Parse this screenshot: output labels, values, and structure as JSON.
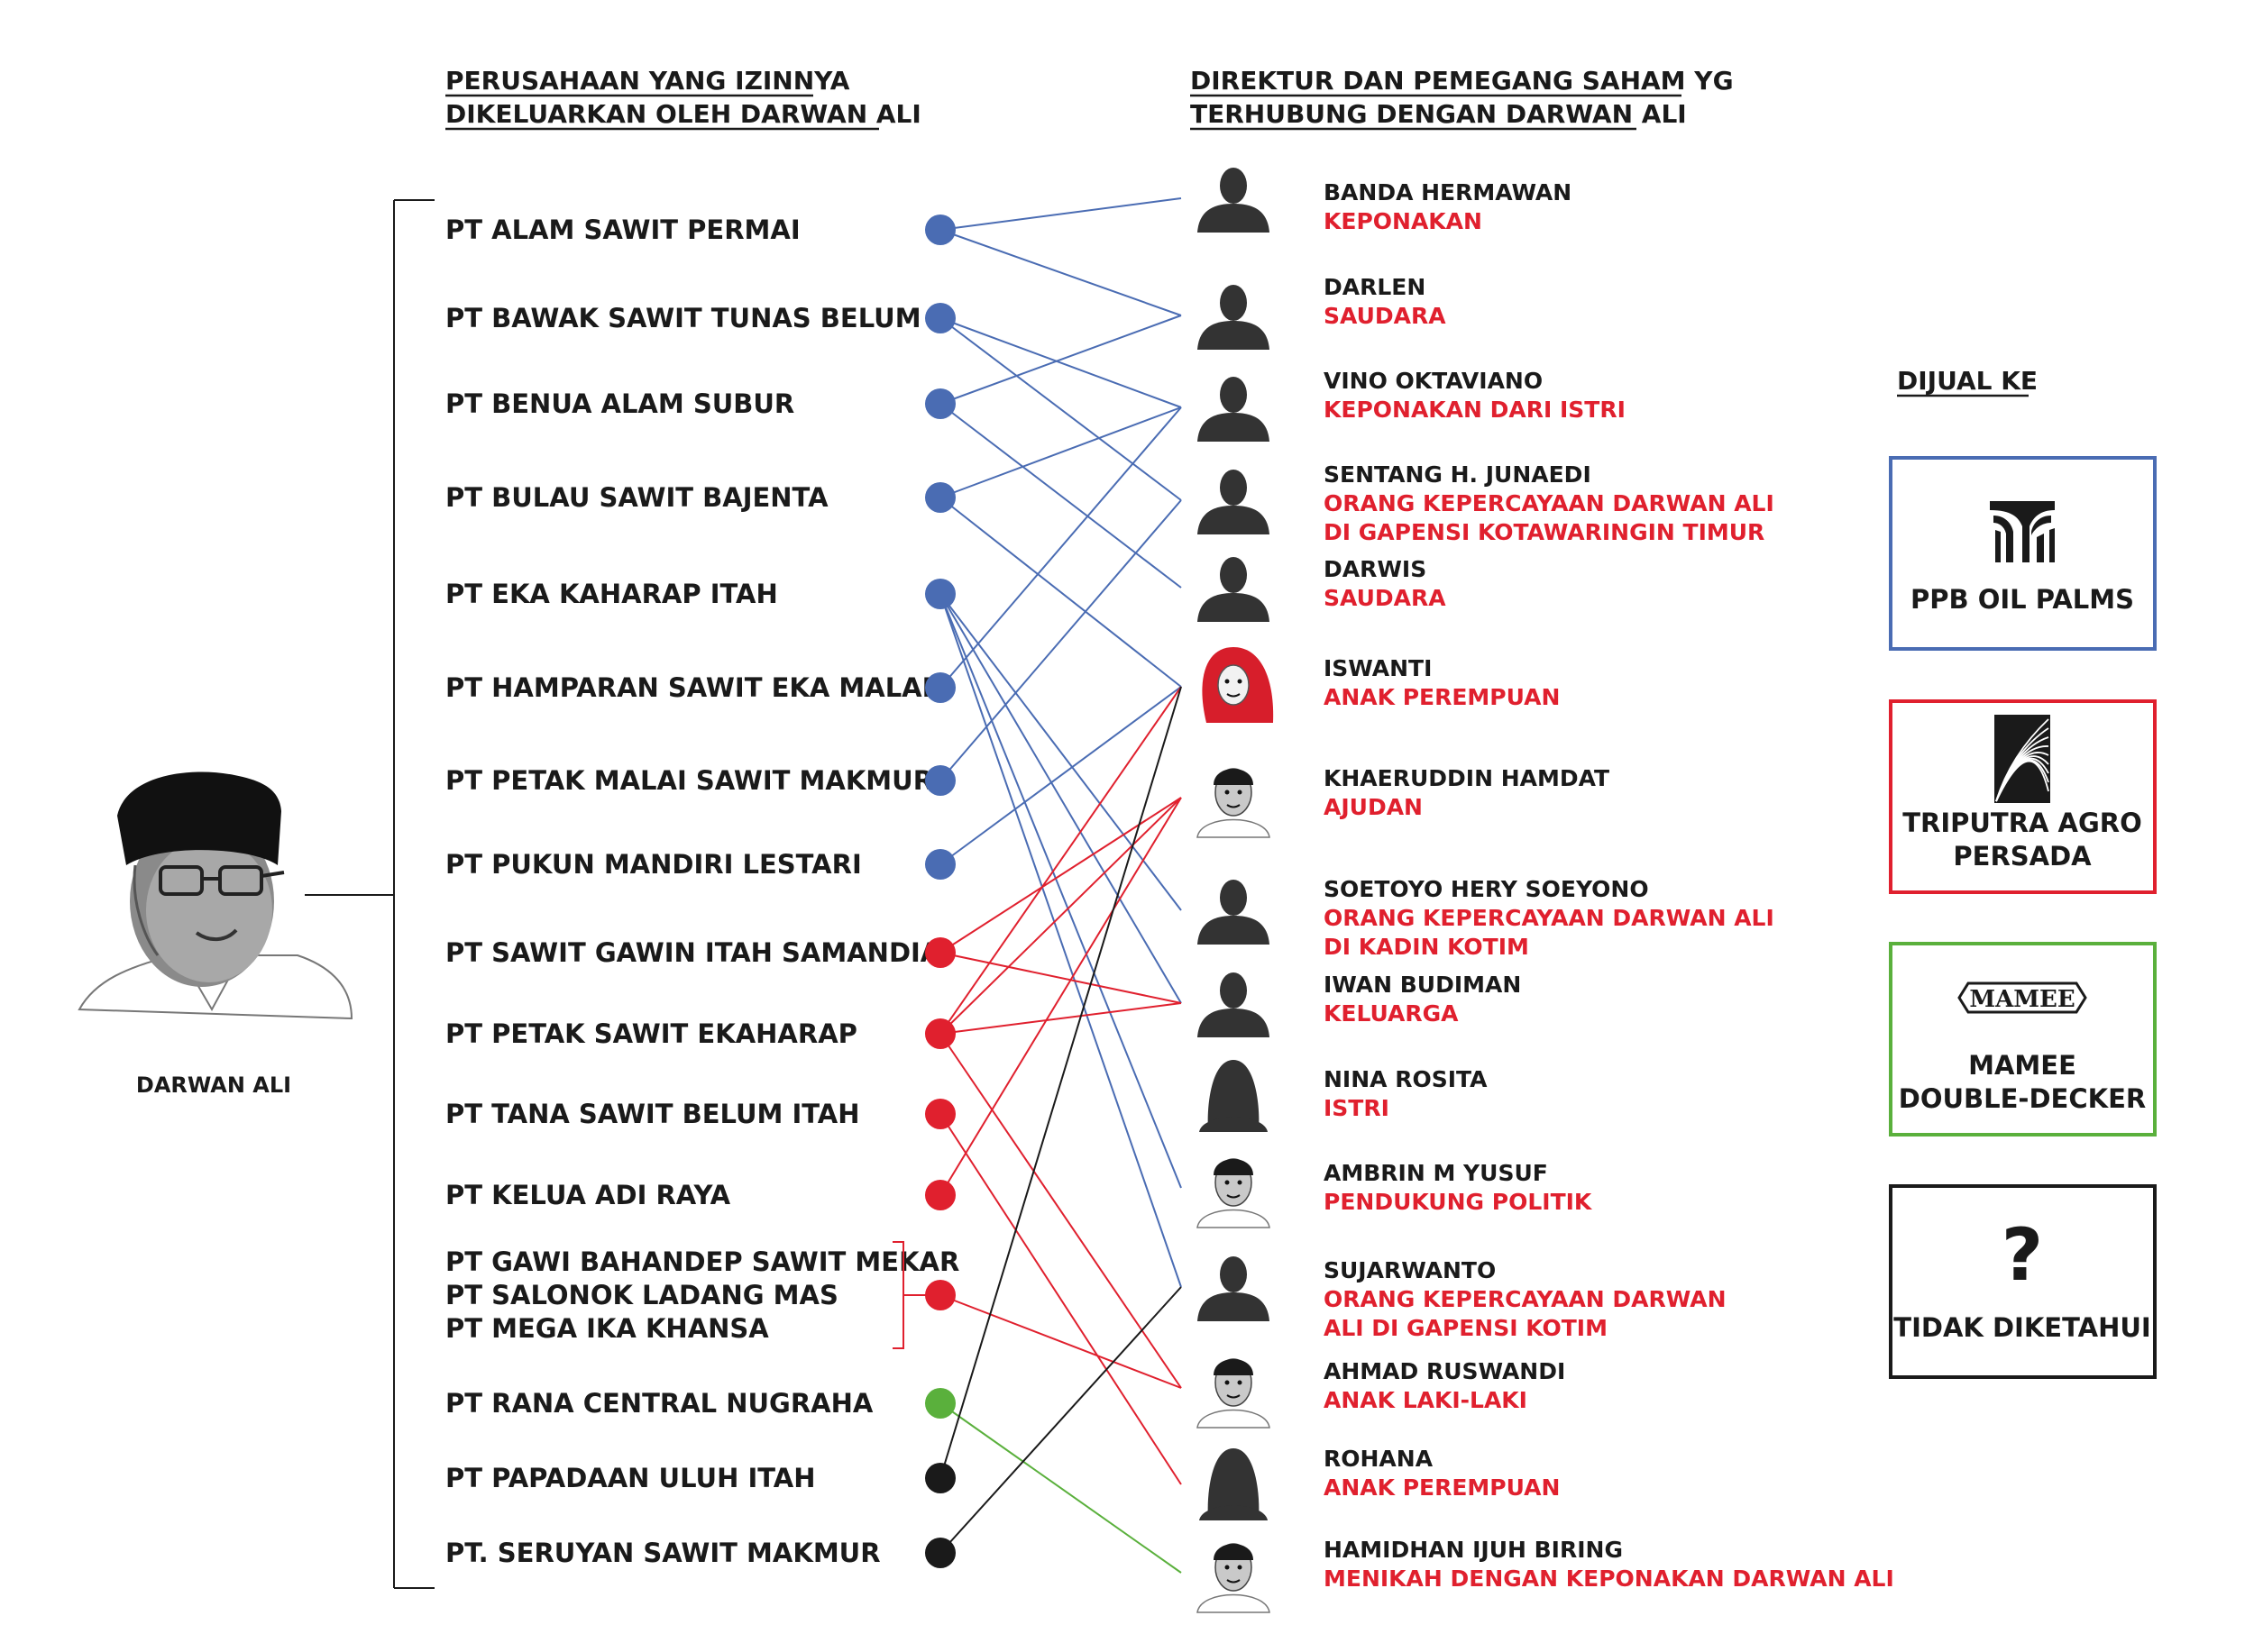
{
  "header": {
    "companies_line1": "PERUSAHAAN YANG IZINNYA",
    "companies_line2": "DIKELUARKAN OLEH DARWAN ALI",
    "people_line1": "DIREKTUR DAN PEMEGANG SAHAM YG",
    "people_line2": "TERHUBUNG DENGAN DARWAN ALI"
  },
  "subject": {
    "name": "DARWAN ALI"
  },
  "colors": {
    "ppb": "#4a6cb3",
    "triputra": "#e0202e",
    "mamee": "#5ab03c",
    "unknown": "#1a1a1a",
    "relation": "#e0202e",
    "text": "#1a1a1a"
  },
  "companies": [
    {
      "lines": [
        "PT ALAM SAWIT PERMAI"
      ],
      "buyer": "ppb"
    },
    {
      "lines": [
        "PT BAWAK SAWIT TUNAS BELUM"
      ],
      "buyer": "ppb"
    },
    {
      "lines": [
        "PT BENUA ALAM SUBUR"
      ],
      "buyer": "ppb"
    },
    {
      "lines": [
        "PT BULAU SAWIT BAJENTA"
      ],
      "buyer": "ppb"
    },
    {
      "lines": [
        "PT EKA KAHARAP ITAH"
      ],
      "buyer": "ppb"
    },
    {
      "lines": [
        "PT HAMPARAN SAWIT EKA MALAN"
      ],
      "buyer": "ppb"
    },
    {
      "lines": [
        "PT PETAK MALAI SAWIT MAKMUR"
      ],
      "buyer": "ppb"
    },
    {
      "lines": [
        "PT PUKUN MANDIRI LESTARI"
      ],
      "buyer": "ppb"
    },
    {
      "lines": [
        "PT SAWIT GAWIN ITAH SAMANDIAI"
      ],
      "buyer": "triputra"
    },
    {
      "lines": [
        "PT PETAK SAWIT EKAHARAP"
      ],
      "buyer": "triputra"
    },
    {
      "lines": [
        "PT TANA SAWIT BELUM ITAH"
      ],
      "buyer": "triputra"
    },
    {
      "lines": [
        "PT KELUA ADI RAYA"
      ],
      "buyer": "triputra"
    },
    {
      "lines": [
        "PT GAWI BAHANDEP SAWIT MEKAR",
        "PT SALONOK LADANG MAS",
        "PT MEGA IKA KHANSA"
      ],
      "buyer": "triputra"
    },
    {
      "lines": [
        "PT RANA CENTRAL NUGRAHA"
      ],
      "buyer": "mamee"
    },
    {
      "lines": [
        "PT PAPADAAN ULUH ITAH"
      ],
      "buyer": "unknown"
    },
    {
      "lines": [
        "PT. SERUYAN SAWIT MAKMUR"
      ],
      "buyer": "unknown"
    }
  ],
  "people": [
    {
      "name": "BANDA HERMAWAN",
      "relation": [
        "KEPONAKAN"
      ],
      "avatar": "silhouette-male-icon"
    },
    {
      "name": "DARLEN",
      "relation": [
        "SAUDARA"
      ],
      "avatar": "silhouette-male-icon"
    },
    {
      "name": "VINO OKTAVIANO",
      "relation": [
        "KEPONAKAN DARI ISTRI"
      ],
      "avatar": "silhouette-male-icon"
    },
    {
      "name": "SENTANG H. JUNAEDI",
      "relation": [
        "ORANG KEPERCAYAAN DARWAN ALI",
        "DI GAPENSI KOTAWARINGIN TIMUR"
      ],
      "avatar": "silhouette-male-icon"
    },
    {
      "name": "DARWIS",
      "relation": [
        "SAUDARA"
      ],
      "avatar": "silhouette-male-icon"
    },
    {
      "name": "ISWANTI",
      "relation": [
        "ANAK PEREMPUAN"
      ],
      "avatar": "portrait-hijab-icon"
    },
    {
      "name": "KHAERUDDIN HAMDAT",
      "relation": [
        "AJUDAN"
      ],
      "avatar": "portrait-man-icon"
    },
    {
      "name": "SOETOYO HERY SOEYONO",
      "relation": [
        "ORANG KEPERCAYAAN DARWAN ALI",
        "DI KADIN KOTIM"
      ],
      "avatar": "silhouette-male-icon"
    },
    {
      "name": "IWAN BUDIMAN",
      "relation": [
        "KELUARGA"
      ],
      "avatar": "silhouette-male-icon"
    },
    {
      "name": "NINA ROSITA",
      "relation": [
        "ISTRI"
      ],
      "avatar": "silhouette-female-icon"
    },
    {
      "name": "AMBRIN M YUSUF",
      "relation": [
        "PENDUKUNG POLITIK"
      ],
      "avatar": "portrait-man-icon"
    },
    {
      "name": "SUJARWANTO",
      "relation": [
        "ORANG KEPERCAYAAN DARWAN",
        "ALI DI GAPENSI KOTIM"
      ],
      "avatar": "silhouette-male-icon"
    },
    {
      "name": "AHMAD RUSWANDI",
      "relation": [
        "ANAK LAKI-LAKI"
      ],
      "avatar": "portrait-man-icon"
    },
    {
      "name": "ROHANA",
      "relation": [
        "ANAK PEREMPUAN"
      ],
      "avatar": "silhouette-female-icon"
    },
    {
      "name": "HAMIDHAN IJUH BIRING",
      "relation": [
        "MENIKAH DENGAN KEPONAKAN DARWAN ALI"
      ],
      "avatar": "portrait-man-icon"
    }
  ],
  "links": [
    [
      0,
      0
    ],
    [
      0,
      1
    ],
    [
      1,
      2
    ],
    [
      1,
      3
    ],
    [
      2,
      1
    ],
    [
      2,
      4
    ],
    [
      3,
      2
    ],
    [
      3,
      5
    ],
    [
      4,
      7
    ],
    [
      4,
      8
    ],
    [
      4,
      10
    ],
    [
      4,
      11
    ],
    [
      5,
      2
    ],
    [
      6,
      3
    ],
    [
      7,
      5
    ],
    [
      8,
      6
    ],
    [
      8,
      8
    ],
    [
      9,
      5
    ],
    [
      9,
      6
    ],
    [
      9,
      8
    ],
    [
      9,
      12
    ],
    [
      10,
      13
    ],
    [
      11,
      6
    ],
    [
      12,
      12
    ],
    [
      13,
      14
    ],
    [
      14,
      5
    ],
    [
      15,
      11
    ]
  ],
  "sold_to": {
    "heading": "DIJUAL KE",
    "buyers": [
      {
        "id": "ppb",
        "lines": [
          "PPB OIL PALMS"
        ],
        "logo": "ppb-logo-icon"
      },
      {
        "id": "triputra",
        "lines": [
          "TRIPUTRA AGRO",
          "PERSADA"
        ],
        "logo": "triputra-leaf-logo-icon"
      },
      {
        "id": "mamee",
        "lines": [
          "MAMEE",
          "DOUBLE-DECKER"
        ],
        "logo": "mamee-logo-icon",
        "logo_text": "MAMEE"
      },
      {
        "id": "unknown",
        "lines": [
          "TIDAK DIKETAHUI"
        ],
        "logo": "question-mark-icon",
        "logo_text": "?"
      }
    ]
  }
}
